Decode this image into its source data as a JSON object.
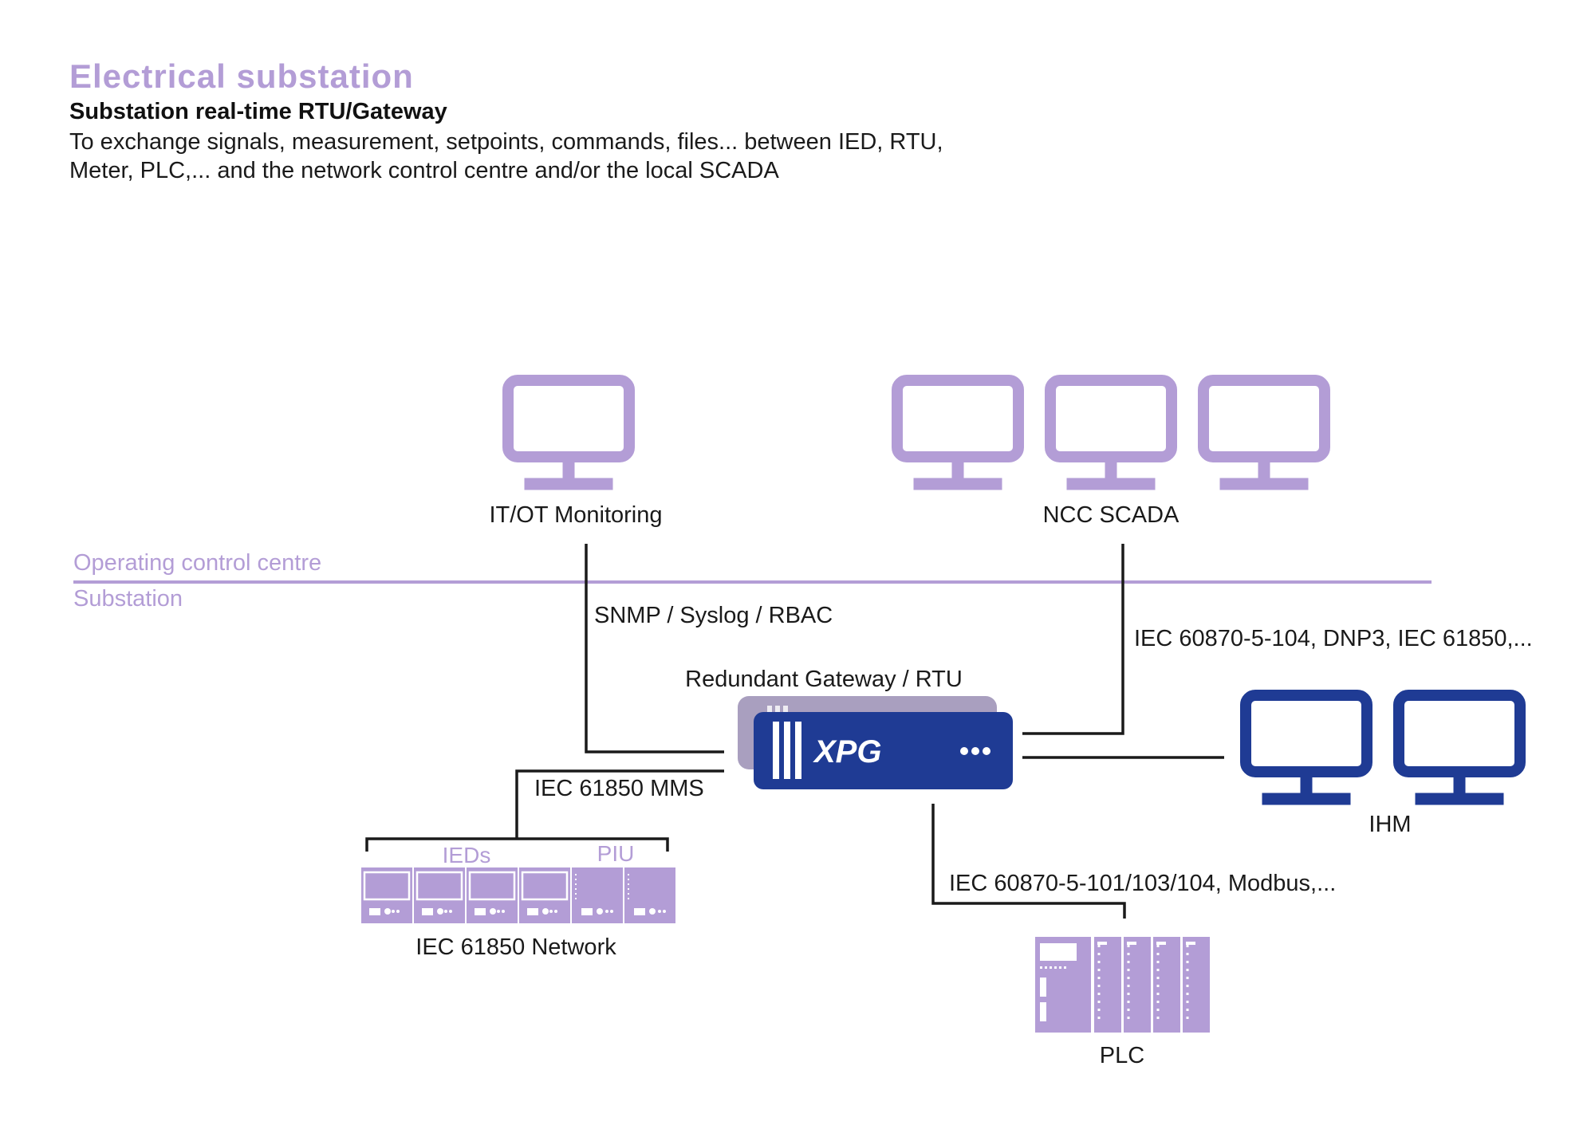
{
  "header": {
    "title": "Electrical substation",
    "subtitle": "Substation real-time RTU/Gateway",
    "description": "To exchange signals, measurement, setpoints, commands, files... between IED, RTU, Meter, PLC,... and the network control centre and/or the local SCADA"
  },
  "zones": {
    "upper": "Operating control centre",
    "lower": "Substation"
  },
  "nodes": {
    "it_ot": "IT/OT Monitoring",
    "ncc": "NCC SCADA",
    "gateway": "Redundant Gateway / RTU",
    "gateway_logo": "XPG",
    "ihm": "IHM",
    "ieds": "IEDs",
    "piu": "PIU",
    "network": "IEC 61850 Network",
    "plc": "PLC"
  },
  "links": {
    "snmp": "SNMP / Syslog / RBAC",
    "ncc_protocols": "IEC 60870-5-104, DNP3, IEC 61850,...",
    "mms": "IEC 61850 MMS",
    "plc_protocols": "IEC 60870-5-101/103/104, Modbus,..."
  },
  "colors": {
    "purple": "#b39dd6",
    "navy": "#1f3b94",
    "line": "#1a1a1a"
  },
  "icons": {
    "monitor": "monitor-icon",
    "ied": "ied-device-icon",
    "plc": "plc-rack-icon",
    "gateway": "gateway-device-icon"
  }
}
